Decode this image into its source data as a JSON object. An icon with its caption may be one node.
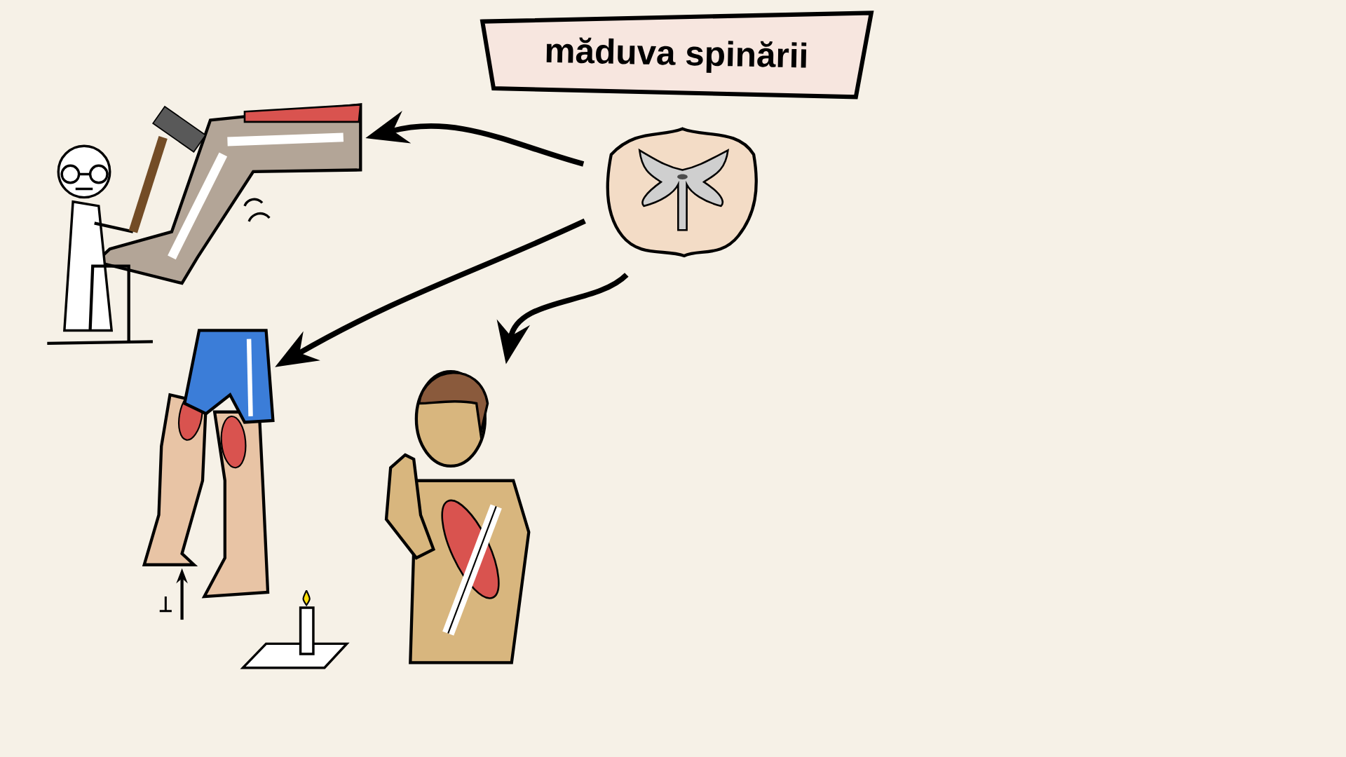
{
  "diagram": {
    "nodes": [
      {
        "text": [
          "măduva spinării"
        ]
      },
      {
        "text": [],
        "shape": "picture"
      },
      {
        "text": [],
        "shape": "picture"
      },
      {
        "text": [],
        "shape": "picture"
      },
      {
        "text": [],
        "shape": "picture"
      }
    ],
    "edges": [
      {
        "from": 1,
        "to": 2,
        "arrow": "to"
      },
      {
        "from": 1,
        "to": 3,
        "arrow": "to"
      },
      {
        "from": 1,
        "to": 4,
        "arrow": "to"
      }
    ]
  }
}
